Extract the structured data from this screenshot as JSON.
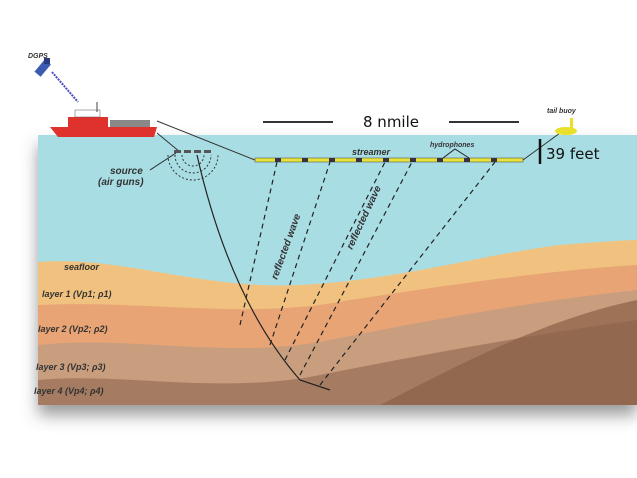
{
  "labels": {
    "dgps": "DGPS",
    "source": "source",
    "source_sub": "(air guns)",
    "distance": "8 nmile",
    "streamer": "streamer",
    "hydrophones": "hydrophones",
    "tail_buoy": "tail buoy",
    "depth": "39 feet",
    "reflected_wave_1": "reflected wave",
    "reflected_wave_2": "reflected wave",
    "seafloor": "seafloor",
    "layers": [
      "layer 1 (Vp1; ρ1)",
      "layer 2 (Vp2; ρ2)",
      "layer 3 (Vp3; ρ3)",
      "layer 4 (Vp4; ρ4)"
    ]
  },
  "colors": {
    "water": "#a9dde4",
    "layer1": "#f1c27f",
    "layer2": "#e9a476",
    "layer3": "#c99e7e",
    "layer4": "#a57c62",
    "streamer": "#e6e23a",
    "ship": "#e0322c"
  }
}
